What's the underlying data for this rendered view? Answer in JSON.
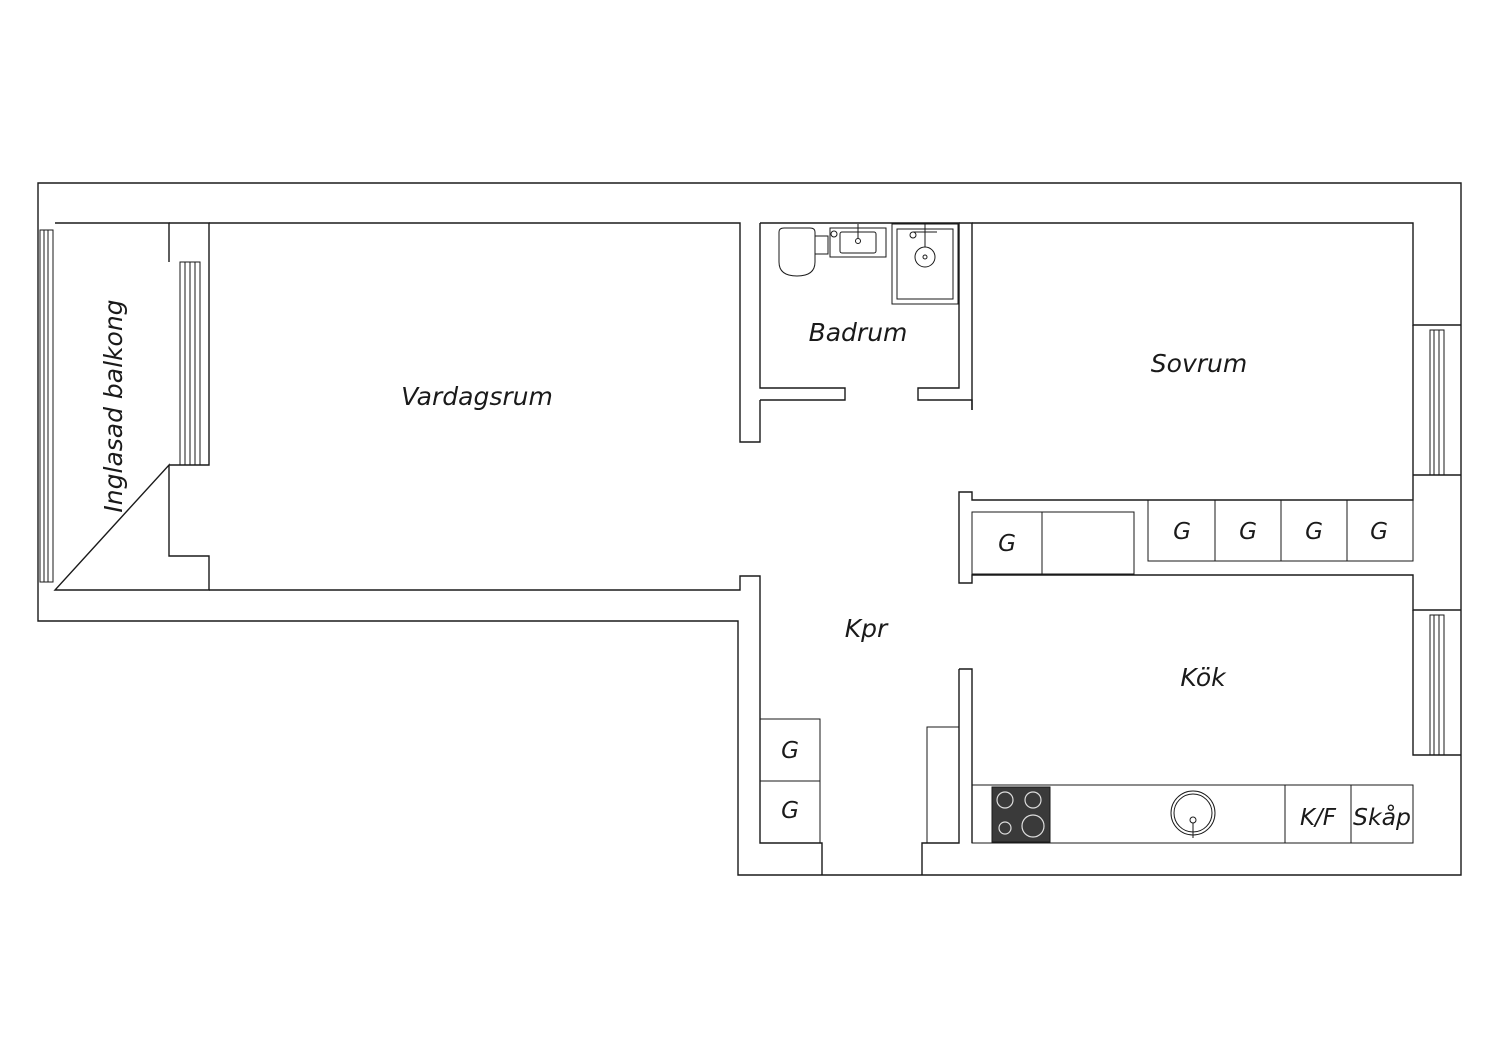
{
  "rooms": {
    "balcony": "Inglasad balkong",
    "living": "Vardagsrum",
    "bathroom": "Badrum",
    "bedroom": "Sovrum",
    "hall": "Kpr",
    "kitchen": "Kök"
  },
  "fixtures": {
    "wardrobe": "G",
    "fridge_freezer": "K/F",
    "cupboard": "Skåp"
  },
  "colors": {
    "line": "#1a1a1a",
    "background": "#ffffff",
    "stove": "#3a3a3a"
  }
}
